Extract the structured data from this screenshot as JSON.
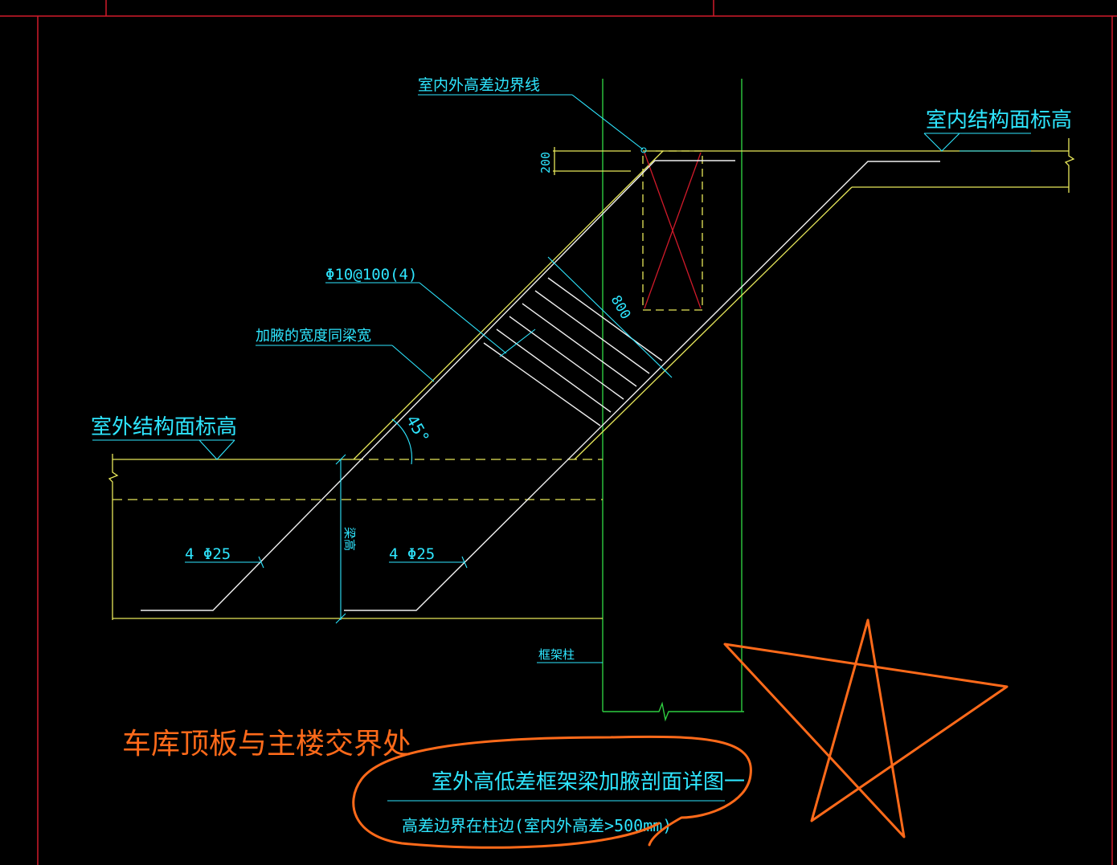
{
  "labels": {
    "boundary_line": "室内外高差边界线",
    "indoor_elevation": "室内结构面标高",
    "outdoor_elevation": "室外结构面标高",
    "stirrups": "Φ10@100(4)",
    "haunch_width": "加腋的宽度同梁宽",
    "angle": "45°",
    "dim_200": "200",
    "dim_800": "800",
    "beam_height": "梁高",
    "rebar_left": "4 Φ25",
    "rebar_right": "4 Φ25",
    "column": "框架柱",
    "location_note": "车库顶板与主楼交界处",
    "detail_title": "室外高低差框架梁加腋剖面详图一",
    "detail_subtitle": "高差边界在柱边(室内外高差>500mm)"
  },
  "colors": {
    "background": "#000000",
    "frame": "#d11a2a",
    "label": "#2ee6ff",
    "structure_yellow": "#e8e85a",
    "rebar_white": "#f0f0f0",
    "column_green": "#2ecc40",
    "markup_orange": "#ff6a1a"
  }
}
